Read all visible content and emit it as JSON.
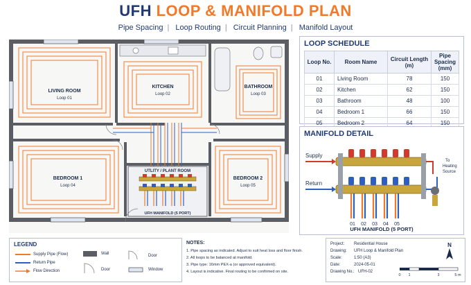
{
  "header": {
    "title_part1": "UFH",
    "title_part2": "LOOP & MANIFOLD PLAN",
    "subtitle_items": [
      "Pipe Spacing",
      "Loop Routing",
      "Circuit Planning",
      "Manifold Layout"
    ]
  },
  "colors": {
    "supply": "#f07a2a",
    "return": "#2d5fbf",
    "wall": "#5a5d63",
    "accent": "#1f3a73"
  },
  "rooms": {
    "living": {
      "name": "LIVING ROOM",
      "loop": "Loop 01"
    },
    "kitchen": {
      "name": "KITCHEN",
      "loop": "Loop 02"
    },
    "bathroom": {
      "name": "BATHROOM",
      "loop": "Loop 03"
    },
    "bedroom1": {
      "name": "BEDROOM 1",
      "loop": "Loop 04"
    },
    "bedroom2": {
      "name": "BEDROOM 2",
      "loop": "Loop 05"
    },
    "utility": {
      "name": "UTLITY / PLANT ROOM"
    },
    "manifold_caption": "UFH MANIFOLD (5 PORT)"
  },
  "schedule": {
    "title": "LOOP SCHEDULE",
    "headers": [
      "Loop No.",
      "Room Name",
      "Circuit Length (m)",
      "Pipe Spacing (mm)"
    ],
    "rows": [
      [
        "01",
        "Living Room",
        "78",
        "150"
      ],
      [
        "02",
        "Kitchen",
        "62",
        "150"
      ],
      [
        "03",
        "Bathroom",
        "48",
        "100"
      ],
      [
        "04",
        "Bedroom 1",
        "66",
        "150"
      ],
      [
        "05",
        "Bedroom 2",
        "64",
        "150"
      ]
    ]
  },
  "manifold_detail": {
    "title": "MANIFOLD DETAIL",
    "supply_label": "Supply",
    "return_label": "Return",
    "source_label_1": "To",
    "source_label_2": "Heating",
    "source_label_3": "Source",
    "ports": [
      "01",
      "02",
      "03",
      "04",
      "05"
    ],
    "caption": "UFH MANIFOLD (5 PORT)"
  },
  "legend": {
    "title": "LEGEND",
    "supply": "Supply Pipe (Flow)",
    "return": "Return Pipe",
    "flow": "Flow Direction",
    "wall": "Wall",
    "door1": "Door",
    "door2": "Door",
    "window": "Window"
  },
  "notes": {
    "title": "NOTES:",
    "items": [
      "1.  Pipe spacing as indicated. Adjust to suit heat loss and floor finish.",
      "2.  All loops to be balanced at manifold.",
      "3.  Pipe type: 16mm PEX-a (or approved equivalent).",
      "4.  Layout is indicative. Final routing to be confirmed on site."
    ]
  },
  "project_info": {
    "project_k": "Project:",
    "project_v": "Residential House",
    "drawing_k": "Drawing:",
    "drawing_v": "UFH Loop & Manifold Plan",
    "scale_k": "Scale:",
    "scale_v": "1:50 (A3)",
    "date_k": "Date:",
    "date_v": "2024-05-01",
    "drawing_no_k": "Drawing No.:",
    "drawing_no_v": "UFH-02"
  },
  "north": "N",
  "scale_bar": [
    "0",
    "1",
    "3",
    "5 m"
  ]
}
